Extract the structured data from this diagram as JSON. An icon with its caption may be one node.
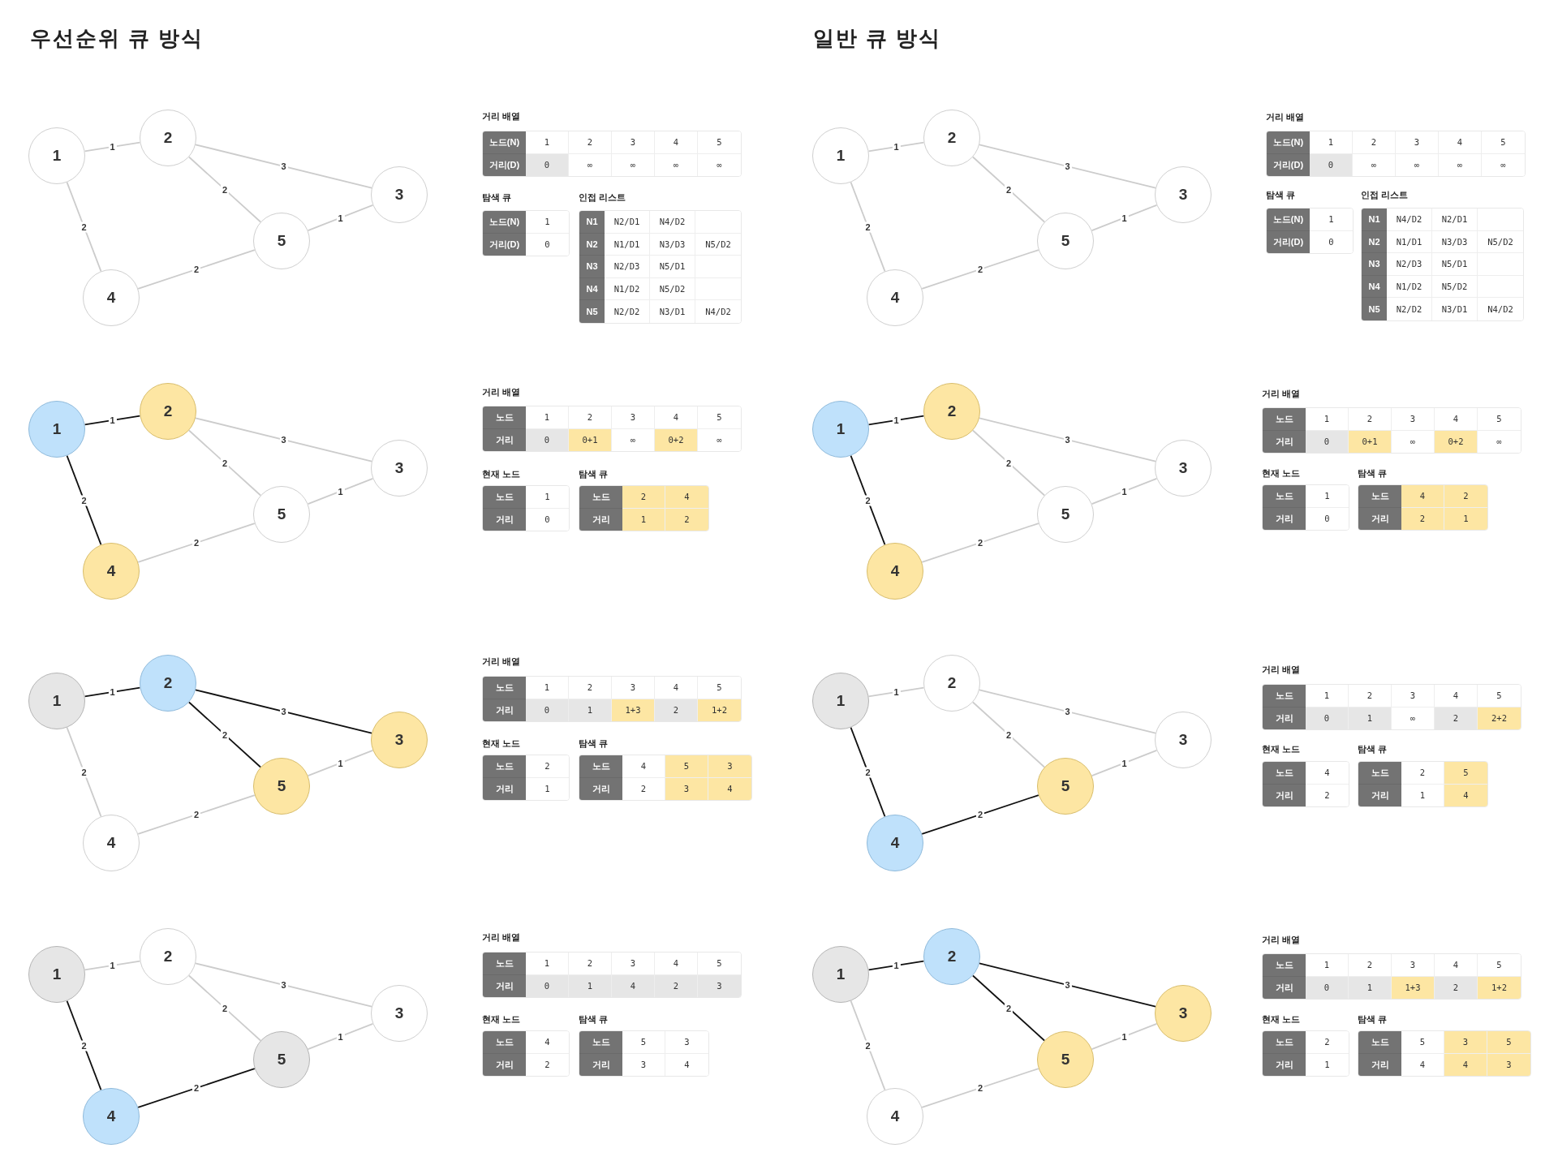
{
  "diagram": {
    "nodes": [
      {
        "text": [
          "1"
        ]
      },
      {
        "text": [
          "2"
        ]
      },
      {
        "text": [
          "3"
        ]
      },
      {
        "text": [
          "4"
        ]
      },
      {
        "text": [
          "5"
        ]
      },
      {
        "text": [
          "1"
        ]
      },
      {
        "text": [
          "2"
        ]
      },
      {
        "text": [
          "3"
        ]
      },
      {
        "text": [
          "4"
        ]
      },
      {
        "text": [
          "5"
        ]
      },
      {
        "text": [
          "1"
        ]
      },
      {
        "text": [
          "2"
        ]
      },
      {
        "text": [
          "3"
        ]
      },
      {
        "text": [
          "4"
        ]
      },
      {
        "text": [
          "5"
        ]
      },
      {
        "text": [
          "1"
        ]
      },
      {
        "text": [
          "2"
        ]
      },
      {
        "text": [
          "3"
        ]
      },
      {
        "text": [
          "4"
        ]
      },
      {
        "text": [
          "5"
        ]
      },
      {
        "text": [
          "1"
        ]
      },
      {
        "text": [
          "2"
        ]
      },
      {
        "text": [
          "3"
        ]
      },
      {
        "text": [
          "4"
        ]
      },
      {
        "text": [
          "5"
        ]
      },
      {
        "text": [
          "1"
        ]
      },
      {
        "text": [
          "2"
        ]
      },
      {
        "text": [
          "3"
        ]
      },
      {
        "text": [
          "4"
        ]
      },
      {
        "text": [
          "5"
        ]
      },
      {
        "text": [
          "1"
        ]
      },
      {
        "text": [
          "2"
        ]
      },
      {
        "text": [
          "3"
        ]
      },
      {
        "text": [
          "4"
        ]
      },
      {
        "text": [
          "5"
        ]
      },
      {
        "text": [
          "1"
        ]
      },
      {
        "text": [
          "2"
        ]
      },
      {
        "text": [
          "3"
        ]
      },
      {
        "text": [
          "4"
        ]
      },
      {
        "text": [
          "5"
        ]
      }
    ],
    "edges": [
      {
        "from": 0,
        "to": 1,
        "arrow": "none",
        "label": "1"
      },
      {
        "from": 1,
        "to": 2,
        "arrow": "none",
        "label": "3"
      },
      {
        "from": 1,
        "to": 4,
        "arrow": "none",
        "label": "2"
      },
      {
        "from": 2,
        "to": 4,
        "arrow": "none",
        "label": "1"
      },
      {
        "from": 0,
        "to": 3,
        "arrow": "none",
        "label": "2"
      },
      {
        "from": 3,
        "to": 4,
        "arrow": "none",
        "label": "2"
      },
      {
        "from": 5,
        "to": 6,
        "arrow": "none",
        "label": "1",
        "color": "#111111"
      },
      {
        "from": 6,
        "to": 7,
        "arrow": "none",
        "label": "3"
      },
      {
        "from": 6,
        "to": 9,
        "arrow": "none",
        "label": "2"
      },
      {
        "from": 7,
        "to": 9,
        "arrow": "none",
        "label": "1"
      },
      {
        "from": 5,
        "to": 8,
        "arrow": "none",
        "label": "2",
        "color": "#111111"
      },
      {
        "from": 8,
        "to": 9,
        "arrow": "none",
        "label": "2"
      },
      {
        "from": 10,
        "to": 11,
        "arrow": "none",
        "label": "1",
        "color": "#111111"
      },
      {
        "from": 11,
        "to": 12,
        "arrow": "none",
        "label": "3",
        "color": "#111111"
      },
      {
        "from": 11,
        "to": 14,
        "arrow": "none",
        "label": "2",
        "color": "#111111"
      },
      {
        "from": 12,
        "to": 14,
        "arrow": "none",
        "label": "1"
      },
      {
        "from": 10,
        "to": 13,
        "arrow": "none",
        "label": "2"
      },
      {
        "from": 13,
        "to": 14,
        "arrow": "none",
        "label": "2"
      },
      {
        "from": 15,
        "to": 16,
        "arrow": "none",
        "label": "1"
      },
      {
        "from": 16,
        "to": 17,
        "arrow": "none",
        "label": "3"
      },
      {
        "from": 16,
        "to": 19,
        "arrow": "none",
        "label": "2"
      },
      {
        "from": 17,
        "to": 19,
        "arrow": "none",
        "label": "1"
      },
      {
        "from": 15,
        "to": 18,
        "arrow": "none",
        "label": "2",
        "color": "#111111"
      },
      {
        "from": 18,
        "to": 19,
        "arrow": "none",
        "label": "2",
        "color": "#111111"
      },
      {
        "from": 20,
        "to": 21,
        "arrow": "none",
        "label": "1"
      },
      {
        "from": 21,
        "to": 22,
        "arrow": "none",
        "label": "3"
      },
      {
        "from": 21,
        "to": 24,
        "arrow": "none",
        "label": "2"
      },
      {
        "from": 22,
        "to": 24,
        "arrow": "none",
        "label": "1"
      },
      {
        "from": 20,
        "to": 23,
        "arrow": "none",
        "label": "2"
      },
      {
        "from": 23,
        "to": 24,
        "arrow": "none",
        "label": "2"
      },
      {
        "from": 25,
        "to": 26,
        "arrow": "none",
        "label": "1",
        "color": "#111111"
      },
      {
        "from": 26,
        "to": 27,
        "arrow": "none",
        "label": "3"
      },
      {
        "from": 26,
        "to": 29,
        "arrow": "none",
        "label": "2"
      },
      {
        "from": 27,
        "to": 29,
        "arrow": "none",
        "label": "1"
      },
      {
        "from": 25,
        "to": 28,
        "arrow": "none",
        "label": "2",
        "color": "#111111"
      },
      {
        "from": 28,
        "to": 29,
        "arrow": "none",
        "label": "2"
      },
      {
        "from": 30,
        "to": 31,
        "arrow": "none",
        "label": "1"
      },
      {
        "from": 31,
        "to": 32,
        "arrow": "none",
        "label": "3"
      },
      {
        "from": 31,
        "to": 34,
        "arrow": "none",
        "label": "2"
      },
      {
        "from": 32,
        "to": 34,
        "arrow": "none",
        "label": "1"
      },
      {
        "from": 30,
        "to": 33,
        "arrow": "none",
        "label": "2",
        "color": "#111111"
      },
      {
        "from": 33,
        "to": 34,
        "arrow": "none",
        "label": "2",
        "color": "#111111"
      },
      {
        "from": 35,
        "to": 36,
        "arrow": "none",
        "label": "1",
        "color": "#111111"
      },
      {
        "from": 36,
        "to": 37,
        "arrow": "none",
        "label": "3",
        "color": "#111111"
      },
      {
        "from": 36,
        "to": 39,
        "arrow": "none",
        "label": "2",
        "color": "#111111"
      },
      {
        "from": 37,
        "to": 39,
        "arrow": "none",
        "label": "1"
      },
      {
        "from": 35,
        "to": 38,
        "arrow": "none",
        "label": "2"
      },
      {
        "from": 38,
        "to": 39,
        "arrow": "none",
        "label": "2"
      }
    ],
    "labels": [
      "우선순위 큐 방식",
      "거리 배열",
      "노드(N)",
      "1",
      "2",
      "3",
      "4",
      "5",
      "거리(D)",
      "0",
      "∞",
      "∞",
      "∞",
      "∞",
      "탐색 큐",
      "노드(N)",
      "1",
      "거리(D)",
      "0",
      "인접 리스트",
      "N1",
      "N2/D1",
      "N4/D2",
      "N2",
      "N1/D1",
      "N3/D3",
      "N5/D2",
      "N3",
      "N2/D3",
      "N5/D1",
      "N4",
      "N1/D2",
      "N5/D2",
      "N5",
      "N2/D2",
      "N3/D1",
      "N4/D2",
      "거리 배열",
      "노드",
      "1",
      "2",
      "3",
      "4",
      "5",
      "거리",
      "0",
      "0+1",
      "∞",
      "0+2",
      "∞",
      "현재 노드",
      "노드",
      "1",
      "거리",
      "0",
      "탐색 큐",
      "노드",
      "2",
      "4",
      "거리",
      "1",
      "2",
      "거리 배열",
      "노드",
      "1",
      "2",
      "3",
      "4",
      "5",
      "거리",
      "0",
      "1",
      "1+3",
      "2",
      "1+2",
      "현재 노드",
      "노드",
      "2",
      "거리",
      "1",
      "탐색 큐",
      "노드",
      "4",
      "5",
      "3",
      "거리",
      "2",
      "3",
      "4",
      "거리 배열",
      "노드",
      "1",
      "2",
      "3",
      "4",
      "5",
      "거리",
      "0",
      "1",
      "4",
      "2",
      "3",
      "현재 노드",
      "노드",
      "4",
      "거리",
      "2",
      "탐색 큐",
      "노드",
      "5",
      "3",
      "거리",
      "3",
      "4",
      "일반 큐 방식",
      "거리 배열",
      "노드(N)",
      "1",
      "2",
      "3",
      "4",
      "5",
      "거리(D)",
      "0",
      "∞",
      "∞",
      "∞",
      "∞",
      "탐색 큐",
      "노드(N)",
      "1",
      "거리(D)",
      "0",
      "인접 리스트",
      "N1",
      "N4/D2",
      "N2/D1",
      "N2",
      "N1/D1",
      "N3/D3",
      "N5/D2",
      "N3",
      "N2/D3",
      "N5/D1",
      "N4",
      "N1/D2",
      "N5/D2",
      "N5",
      "N2/D2",
      "N3/D1",
      "N4/D2",
      "거리 배열",
      "노드",
      "1",
      "2",
      "3",
      "4",
      "5",
      "거리",
      "0",
      "0+1",
      "∞",
      "0+2",
      "∞",
      "현재 노드",
      "노드",
      "1",
      "거리",
      "0",
      "탐색 큐",
      "노드",
      "4",
      "2",
      "거리",
      "2",
      "1",
      "거리 배열",
      "노드",
      "1",
      "2",
      "3",
      "4",
      "5",
      "거리",
      "0",
      "1",
      "∞",
      "2",
      "2+2",
      "현재 노드",
      "노드",
      "4",
      "거리",
      "2",
      "탐색 큐",
      "노드",
      "2",
      "5",
      "거리",
      "1",
      "4",
      "거리 배열",
      "노드",
      "1",
      "2",
      "3",
      "4",
      "5",
      "거리",
      "0",
      "1",
      "1+3",
      "2",
      "1+2",
      "현재 노드",
      "노드",
      "2",
      "거리",
      "1",
      "탐색 큐",
      "노드",
      "5",
      "3",
      "5",
      "거리",
      "4",
      "4",
      "3"
    ]
  }
}
